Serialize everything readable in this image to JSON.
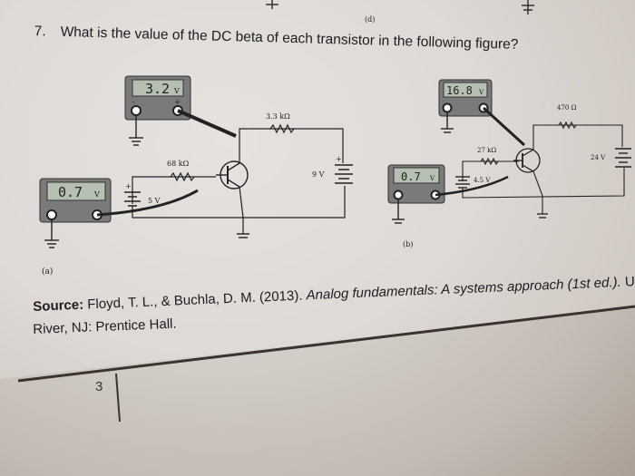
{
  "question": {
    "number": "7.",
    "text": "What is the value of the DC beta of each transistor in the following figure?"
  },
  "figure_label_top": "(d)",
  "circuit_a": {
    "label": "(a)",
    "meter_top": "3.2",
    "meter_top_unit": "V",
    "meter_left": "0.7",
    "meter_left_unit": "V",
    "resistor_base": "68 kΩ",
    "resistor_collector": "3.3 kΩ",
    "supply_base": "5 V",
    "supply_collector": "9 V"
  },
  "circuit_b": {
    "label": "(b)",
    "meter_top": "16.8",
    "meter_top_unit": "V",
    "meter_left": "0.7",
    "meter_left_unit": "V",
    "resistor_base": "27 kΩ",
    "resistor_collector": "470 Ω",
    "supply_base": "4.5 V",
    "supply_collector": "24 V"
  },
  "source": {
    "label": "Source:",
    "authors": "Floyd, T. L., & Buchla, D. M. (2013).",
    "title": "Analog fundamentals: A systems approach (1st ed.).",
    "tail": "Upper",
    "line2": "River, NJ: Prentice Hall."
  },
  "page_number": "3"
}
